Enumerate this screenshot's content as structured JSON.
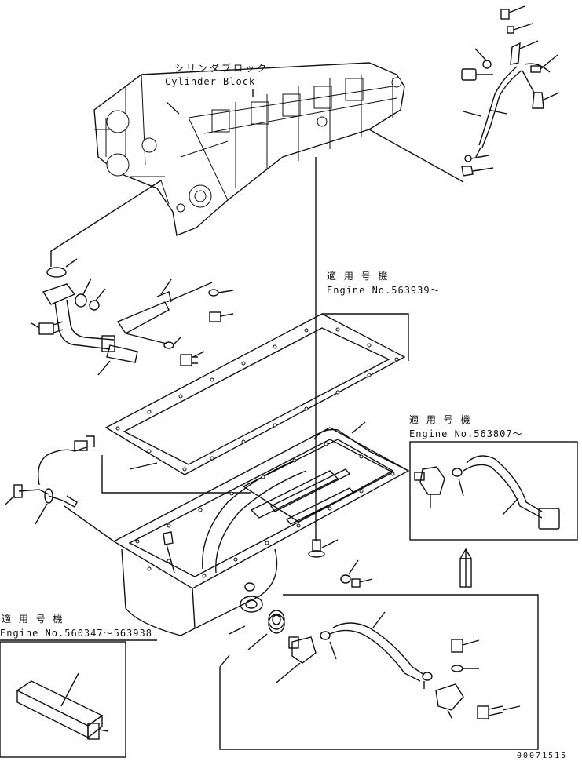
{
  "block": {
    "label_jp": "シリンダブロック",
    "label_en": "Cylinder Block"
  },
  "callouts": [
    {
      "jp": "適 用 号 機",
      "en": "Engine No.563939〜"
    },
    {
      "jp": "適 用 号 機",
      "en": "Engine No.563807〜"
    },
    {
      "jp": "適 用 号 機",
      "en": "Engine No.560347〜563938"
    }
  ],
  "drawing_number": "00071515"
}
